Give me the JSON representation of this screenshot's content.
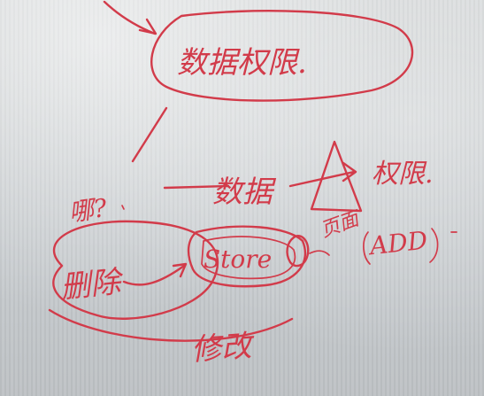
{
  "whiteboard": {
    "ink_color": "#d23b4a",
    "board_color": "#cfd3d5",
    "labels": {
      "title": "数据权限.",
      "left_question": "哪?",
      "middle_data": "数据",
      "permission": "权限.",
      "store": "Store",
      "delete": "删除",
      "add": "ADD",
      "page_item": "页面",
      "bottom_change": "修改"
    }
  }
}
